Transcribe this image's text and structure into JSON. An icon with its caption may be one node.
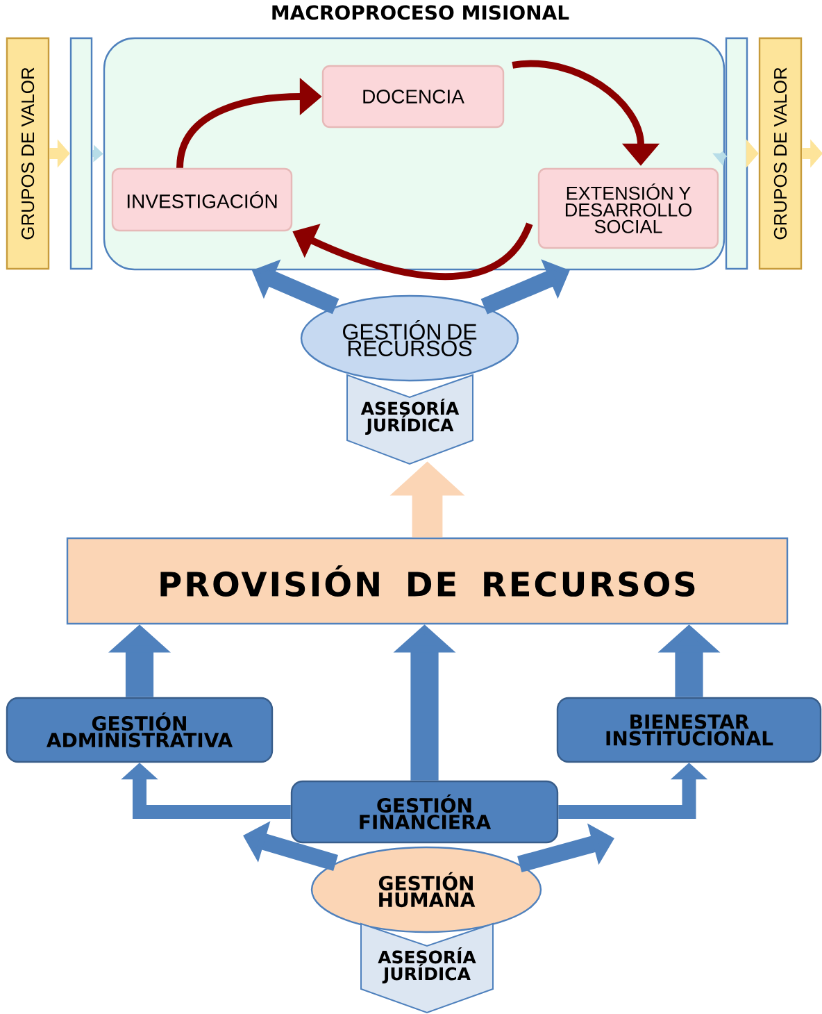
{
  "diagram": {
    "title": "MACROPROCESO MISIONAL",
    "nodes": [
      {
        "text": [],
        "shape": "box"
      },
      {
        "text": [
          "DOCENCIA"
        ],
        "in": 0
      },
      {
        "text": [
          "EXTENSIÓN Y DESARROLLO SOCIAL"
        ],
        "in": 0
      },
      {
        "text": [
          "INVESTIGACIÓN"
        ],
        "in": 0
      },
      {
        "text": [
          "GRUPOS DE VALOR"
        ]
      },
      {
        "text": [],
        "shape": "bar"
      },
      {
        "text": [],
        "shape": "bar"
      },
      {
        "text": [
          "GRUPOS DE VALOR"
        ]
      },
      {
        "text": [
          "GESTIÓN DE RECURSOS"
        ]
      },
      {
        "text": [
          "ASESORÍA JURÍDICA"
        ]
      },
      {
        "text": [
          "PROVISIÓN DE RECURSOS"
        ]
      },
      {
        "text": [
          "GESTIÓN ADMINISTRATIVA"
        ]
      },
      {
        "text": [
          "GESTIÓN FINANCIERA"
        ]
      },
      {
        "text": [
          "BIENESTAR INSTITUCIONAL"
        ]
      },
      {
        "text": [
          "GESTIÓN HUMANA"
        ]
      },
      {
        "text": [
          "ASESORÍA JURÍDICA"
        ]
      }
    ],
    "edges": [
      {
        "from": 3,
        "to": 1,
        "arrow": "to",
        "color": "#8b0000"
      },
      {
        "from": 1,
        "to": 2,
        "arrow": "to",
        "color": "#8b0000"
      },
      {
        "from": 2,
        "to": 3,
        "arrow": "to",
        "color": "#8b0000"
      },
      {
        "from": 4,
        "to": 5,
        "arrow": "to",
        "color": "#fde49a"
      },
      {
        "from": 5,
        "to": 0,
        "arrow": "to",
        "color": "#b7dde8"
      },
      {
        "from": 0,
        "to": 6,
        "arrow": "to",
        "color": "#b7dde8"
      },
      {
        "from": 6,
        "to": 7,
        "arrow": "to",
        "color": "#fde49a"
      },
      {
        "from": 7,
        "to": null,
        "arrow": "to",
        "color": "#fde49a"
      },
      {
        "from": 8,
        "to": 0,
        "arrow": "to"
      },
      {
        "from": 8,
        "to": 0,
        "arrow": "to"
      },
      {
        "from": 10,
        "to": 9,
        "arrow": "to",
        "style": "thick",
        "color": "#fbd5b5"
      },
      {
        "from": 11,
        "to": 10,
        "arrow": "to",
        "style": "thick"
      },
      {
        "from": 12,
        "to": 10,
        "arrow": "to",
        "style": "thick"
      },
      {
        "from": 13,
        "to": 10,
        "arrow": "to",
        "style": "thick"
      },
      {
        "from": 12,
        "to": 11,
        "arrow": "to"
      },
      {
        "from": 12,
        "to": 13,
        "arrow": "to"
      },
      {
        "from": 14,
        "to": null,
        "arrow": "to"
      },
      {
        "from": 14,
        "to": null,
        "arrow": "to"
      }
    ]
  }
}
